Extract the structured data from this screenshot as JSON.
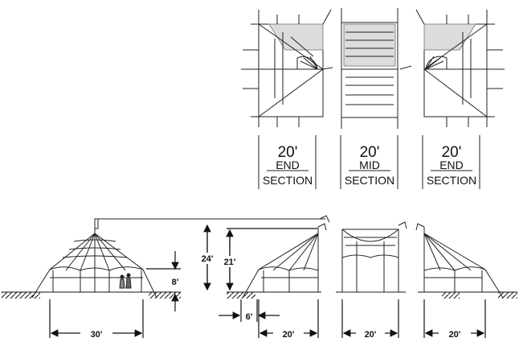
{
  "plans": [
    {
      "size": "20'",
      "line1": "END",
      "line2": "SECTION"
    },
    {
      "size": "20'",
      "line1": "MID",
      "line2": "SECTION"
    },
    {
      "size": "20'",
      "line1": "END",
      "line2": "SECTION"
    }
  ],
  "dimensions": {
    "peak_height": "24'",
    "mid_height": "21'",
    "side_height": "8'",
    "stake_offset": "6'",
    "width_main": "30'",
    "width_section_a": "20'",
    "width_section_b": "20'",
    "width_section_c": "20'"
  }
}
